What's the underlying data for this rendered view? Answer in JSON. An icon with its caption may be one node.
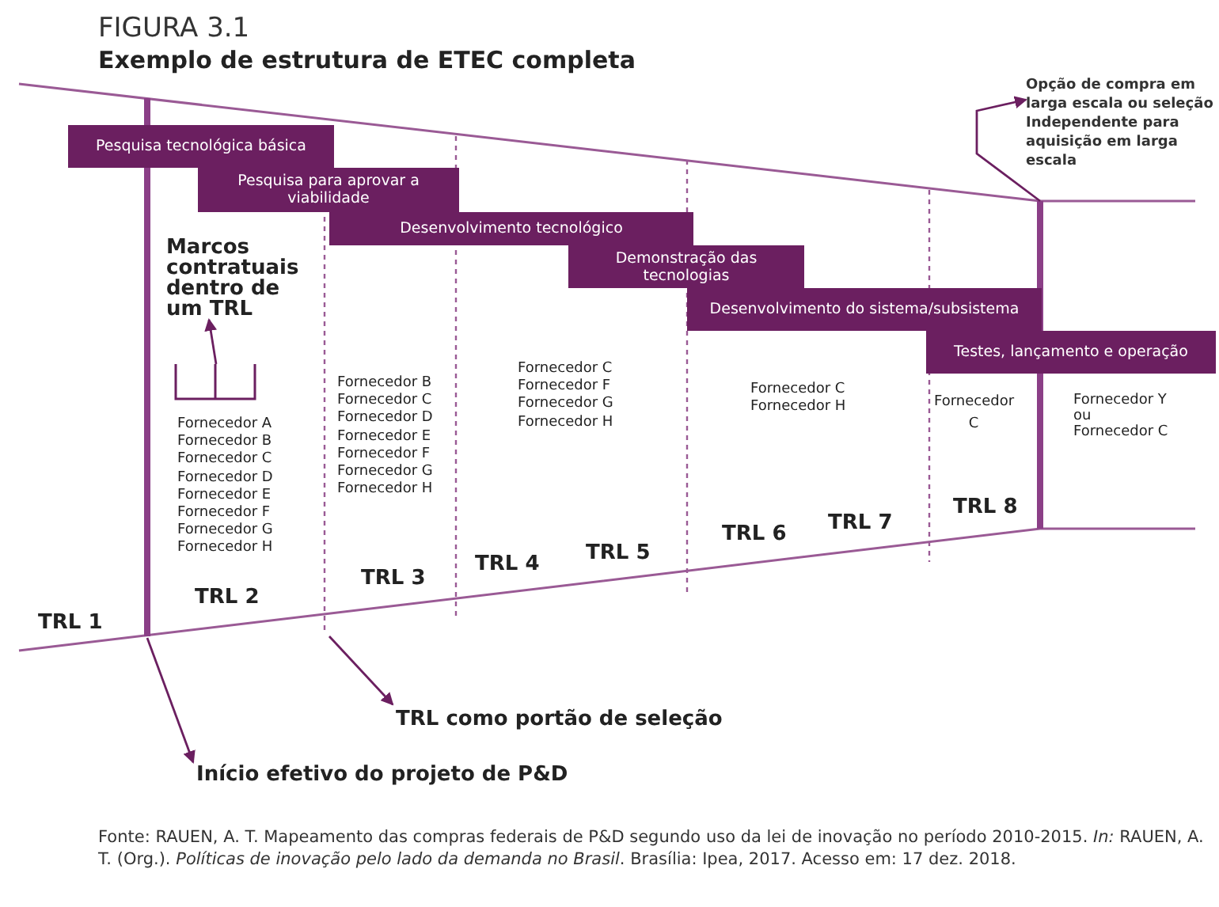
{
  "diagram": {
    "title": "Exemplo de estrutura de ETEC completa",
    "caption": "Fonte: RAUEN, A. T. Mapeamento das compras federais de P&D segundo uso da lei de inovação no período 2010-2015. *In:* RAUEN, A. T. (Org.). *Políticas de inovação pelo lado da demanda no Brasil*. Brasília: Ipea, 2017. Acesso em: 17 dez. 2018.",
    "nodes": [
      {
        "text": [
          "Pesquisa tecnológica básica"
        ]
      },
      {
        "text": [
          "Pesquisa para aprovar a viabilidade"
        ]
      },
      {
        "text": [
          "Desenvolvimento tecnológico"
        ]
      },
      {
        "text": [
          "Demonstração das tecnologias"
        ]
      },
      {
        "text": [
          "Desenvolvimento do sistema/subsistema"
        ]
      },
      {
        "text": [
          "Testes, lançamento e operação"
        ]
      },
      {
        "text": [
          "Marcos contratuais dentro de um TRL"
        ]
      },
      {
        "text": [],
        "shape": "box"
      },
      {
        "text": [
          "Opção de compra em larga escala ou seleção Independente para aquisição em larga escala"
        ]
      },
      {
        "text": [
          "TRL como portão de seleção"
        ]
      },
      {
        "text": [
          "Início efetivo do projeto de P&D"
        ]
      }
    ],
    "edges": [
      {
        "from": 7,
        "to": 6,
        "arrow": "to"
      },
      {
        "from": null,
        "to": 8,
        "arrow": "to"
      },
      {
        "from": null,
        "to": 9,
        "arrow": "to"
      },
      {
        "from": null,
        "to": 10,
        "arrow": "to"
      }
    ],
    "labels": [
      "FIGURA 3.1",
      "Fornecedor A",
      "Fornecedor B",
      "Fornecedor C",
      "Fornecedor D",
      "Fornecedor E",
      "Fornecedor F",
      "Fornecedor G",
      "Fornecedor H",
      "Fornecedor B",
      "Fornecedor C",
      "Fornecedor D",
      "Fornecedor E",
      "Fornecedor F",
      "Fornecedor G",
      "Fornecedor H",
      "Fornecedor C",
      "Fornecedor F",
      "Fornecedor G",
      "Fornecedor H",
      "Fornecedor C",
      "Fornecedor H",
      "Fornecedor C",
      "Fornecedor Y ou Fornecedor C",
      "TRL 1",
      "TRL 2",
      "TRL 3",
      "TRL 4",
      "TRL 5",
      "TRL 6",
      "TRL 7",
      "TRL 8"
    ]
  }
}
